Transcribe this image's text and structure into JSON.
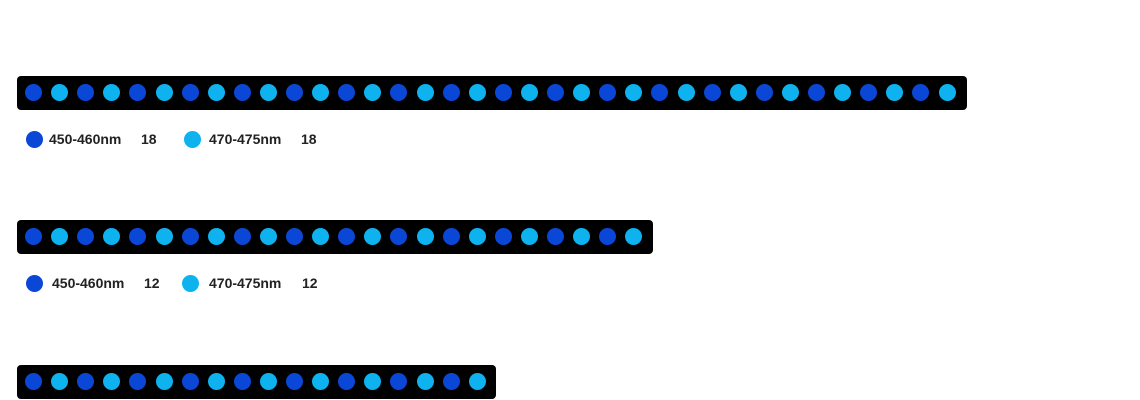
{
  "colors": {
    "royal_blue": "#0a47d6",
    "blue": "#0db2ef",
    "strip_background": "#000000"
  },
  "strips": [
    {
      "id": "strip-36",
      "pattern": [
        "royal_blue",
        "blue"
      ],
      "total": 36
    },
    {
      "id": "strip-24",
      "pattern": [
        "royal_blue",
        "blue"
      ],
      "total": 24
    },
    {
      "id": "strip-16",
      "pattern": [
        "royal_blue",
        "blue"
      ],
      "total": 18
    }
  ],
  "legends": [
    {
      "royal": {
        "label": "450-460nm",
        "count": "18"
      },
      "blue": {
        "label": "470-475nm",
        "count": "18"
      }
    },
    {
      "royal": {
        "label": "450-460nm",
        "count": "12"
      },
      "blue": {
        "label": "470-475nm",
        "count": "12"
      }
    }
  ]
}
